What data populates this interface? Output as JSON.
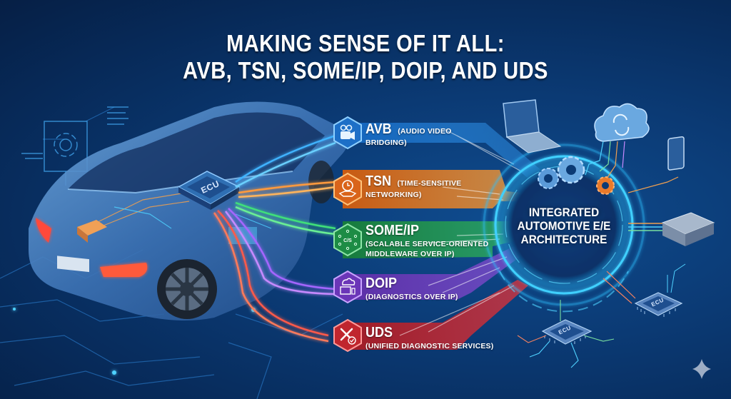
{
  "title": {
    "line1": "MAKING SENSE OF IT ALL:",
    "line2": "AVB, TSN, SOME/IP, DOIP, AND UDS"
  },
  "central_ecu": {
    "label": "ECU"
  },
  "protocols": [
    {
      "abbr": "AVB",
      "full_line1": "(AUDIO VIDEO",
      "full_line2": "BRIDGING)",
      "icon": "video-camera-icon",
      "color": "#1e7fd6"
    },
    {
      "abbr": "TSN",
      "full_line1": "(TIME-SENSITIVE",
      "full_line2": "NETWORKING)",
      "icon": "clock-handshake-icon",
      "color": "#e0701c"
    },
    {
      "abbr": "SOME/IP",
      "full_line1": "(SCALABLE SERVICE-ORIENTED",
      "full_line2": "MIDDLEWARE OVER IP)",
      "icon": "client-server-network-icon",
      "icon_text": "C/S",
      "color": "#1f9a4a"
    },
    {
      "abbr": "DOIP",
      "full_line1": "(DIAGNOSTICS OVER IP)",
      "full_line2": "",
      "icon": "cloud-diagnostic-icon",
      "color": "#7a3fc4"
    },
    {
      "abbr": "UDS",
      "full_line1": "(UNIFIED DIAGNOSTIC SERVICES)",
      "full_line2": "",
      "icon": "wrench-check-icon",
      "color": "#c8272f"
    }
  ],
  "hub": {
    "line1": "INTEGRATED",
    "line2": "AUTOMOTIVE E/E",
    "line3": "ARCHITECTURE"
  },
  "peripherals": [
    {
      "name": "laptop",
      "icon": "laptop-icon"
    },
    {
      "name": "cloud",
      "icon": "cloud-sync-icon"
    },
    {
      "name": "smartphone",
      "icon": "smartphone-icon"
    },
    {
      "name": "gateway-module",
      "icon": "control-module-icon"
    },
    {
      "name": "ecu-chip-1",
      "icon": "chip-icon",
      "label": "ECU"
    },
    {
      "name": "ecu-chip-2",
      "icon": "chip-icon",
      "label": "ECU"
    }
  ],
  "colors": {
    "background": "#0b3a74",
    "avb": "#1e7fd6",
    "tsn": "#e0701c",
    "someip": "#1f9a4a",
    "doip": "#7a3fc4",
    "uds": "#c8272f",
    "glow": "#4fd2ff"
  }
}
